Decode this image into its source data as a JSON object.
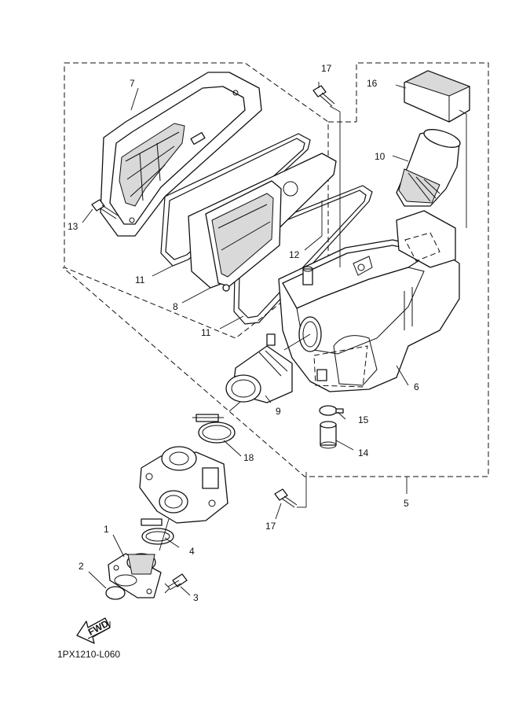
{
  "diagram": {
    "drawing_code": "1PX1210-L060",
    "fwd_label": "FWD",
    "callouts": [
      {
        "id": "c1",
        "label": "1"
      },
      {
        "id": "c2",
        "label": "2"
      },
      {
        "id": "c3",
        "label": "3"
      },
      {
        "id": "c4",
        "label": "4"
      },
      {
        "id": "c5",
        "label": "5"
      },
      {
        "id": "c6",
        "label": "6"
      },
      {
        "id": "c7",
        "label": "7"
      },
      {
        "id": "c8",
        "label": "8"
      },
      {
        "id": "c9",
        "label": "9"
      },
      {
        "id": "c10",
        "label": "10"
      },
      {
        "id": "c11a",
        "label": "11"
      },
      {
        "id": "c11b",
        "label": "11"
      },
      {
        "id": "c12",
        "label": "12"
      },
      {
        "id": "c13",
        "label": "13"
      },
      {
        "id": "c14",
        "label": "14"
      },
      {
        "id": "c15",
        "label": "15"
      },
      {
        "id": "c16",
        "label": "16"
      },
      {
        "id": "c17a",
        "label": "17"
      },
      {
        "id": "c17b",
        "label": "17"
      },
      {
        "id": "c18",
        "label": "18"
      }
    ]
  },
  "colors": {
    "line": "#111111",
    "background": "#ffffff",
    "shade": "#d9d9d9"
  }
}
